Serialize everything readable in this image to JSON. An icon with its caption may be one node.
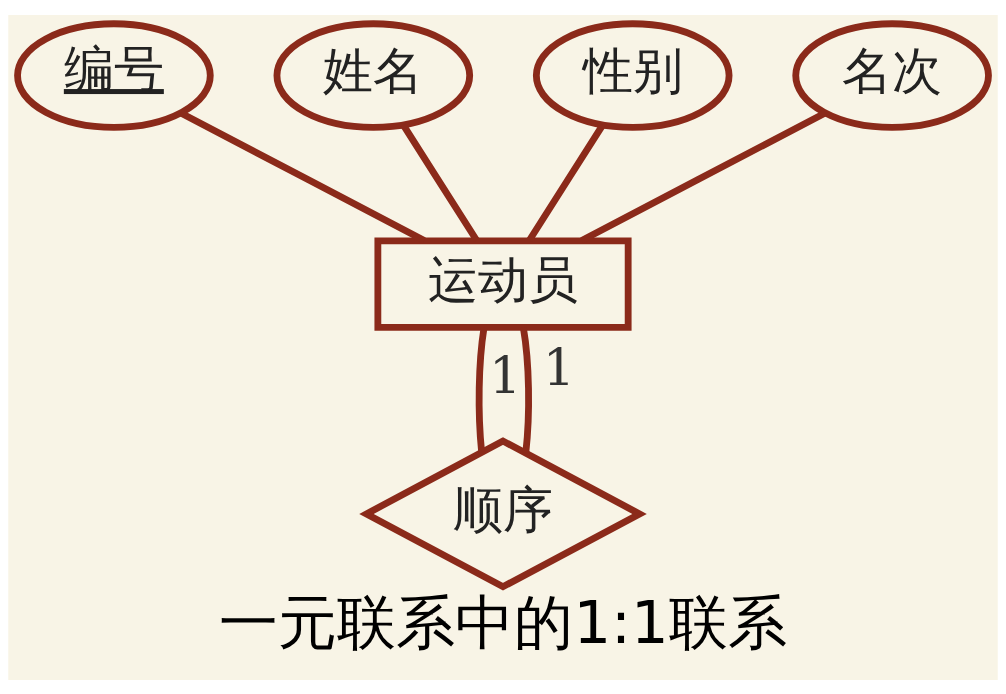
{
  "diagram": {
    "caption": "一元联系中的1:1联系",
    "nodes": [
      {
        "text": [
          "编号"
        ]
      },
      {
        "text": [
          "姓名"
        ]
      },
      {
        "text": [
          "性别"
        ]
      },
      {
        "text": [
          "名次"
        ]
      },
      {
        "text": [
          "运动员"
        ]
      },
      {
        "text": [
          "顺序"
        ]
      }
    ],
    "edges": [
      {
        "from": 0,
        "to": 4,
        "arrow": "none"
      },
      {
        "from": 1,
        "to": 4,
        "arrow": "none"
      },
      {
        "from": 2,
        "to": 4,
        "arrow": "none"
      },
      {
        "from": 3,
        "to": 4,
        "arrow": "none"
      },
      {
        "from": 4,
        "to": 5,
        "arrow": "none",
        "label": "1"
      },
      {
        "from": 4,
        "to": 5,
        "arrow": "none",
        "label": "1"
      }
    ]
  }
}
